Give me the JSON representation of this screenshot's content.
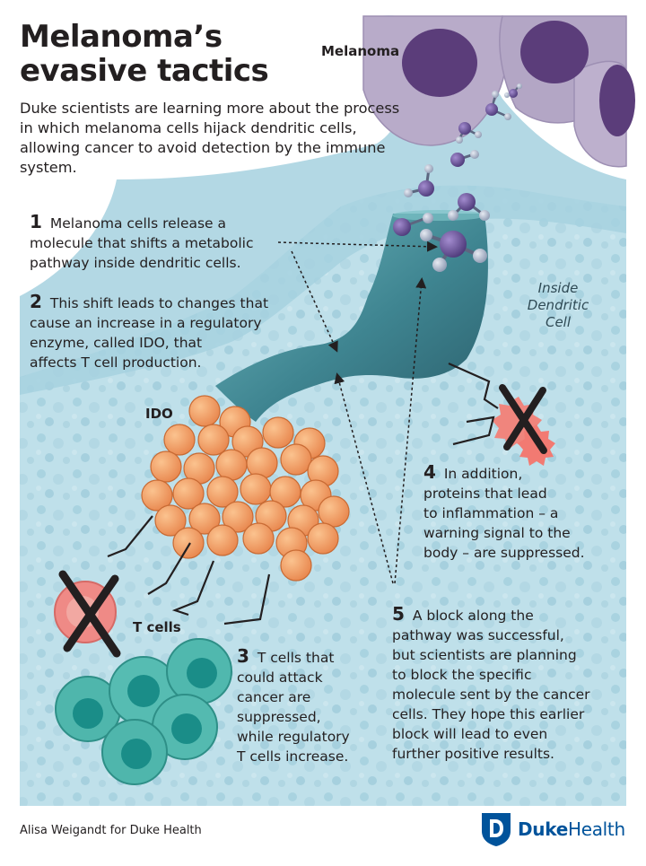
{
  "title": "Melanoma’s evasive tactics",
  "intro": "Duke scientists are learning more about the process in which melanoma cells hijack dendritic cells, allowing cancer to avoid detection by the immune system.",
  "labels": {
    "melanoma": "Melanoma",
    "inside_line1": "Inside",
    "inside_line2": "Dendritic",
    "inside_line3": "Cell",
    "ido": "IDO",
    "t_cells": "T cells"
  },
  "steps": [
    {
      "num": "1",
      "lines": [
        "Melanoma cells release a",
        "molecule that shifts a metabolic",
        "pathway inside dendritic cells."
      ]
    },
    {
      "num": "2",
      "lines": [
        "This shift leads to changes that",
        "cause an increase in a regulatory",
        "enzyme, called IDO, that",
        "affects T cell production."
      ]
    },
    {
      "num": "3",
      "lines": [
        "T cells that",
        "could attack",
        "cancer are",
        "suppressed,",
        "while regulatory",
        "T cells increase."
      ]
    },
    {
      "num": "4",
      "lines": [
        "In addition,",
        "proteins that lead",
        "to inflammation – a",
        "warning signal to the",
        "body – are suppressed."
      ]
    },
    {
      "num": "5",
      "lines": [
        "A block along the",
        "pathway was successful,",
        "but scientists are planning",
        "to block the specific",
        "molecule sent by the cancer",
        "cells. They hope this earlier",
        "block will lead to even",
        "further positive results."
      ]
    }
  ],
  "credit": "Alisa Weigandt for Duke Health",
  "logo": {
    "part1": "Duke",
    "part2": "Health"
  },
  "colors": {
    "cell_bg": "#bfe0ea",
    "dendrite": "#9fcad9",
    "channel": "#4d9aa4",
    "ido": "#f0a05f",
    "tcell": "#4fb6ac",
    "melanoma": "#b8abc9",
    "nucleus": "#5b3d7a",
    "cross": "#231f20",
    "duke_blue": "#00539b"
  },
  "icons": [
    "molecule-icon",
    "x-mark-icon",
    "duke-shield-icon"
  ]
}
